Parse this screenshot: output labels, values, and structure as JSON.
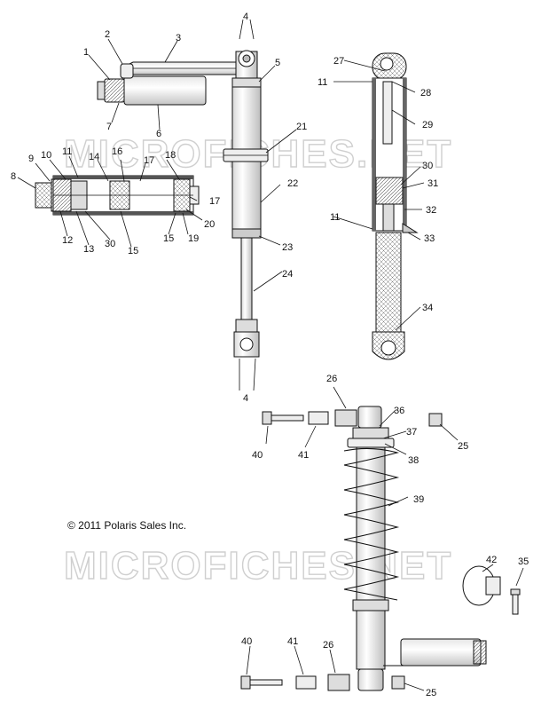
{
  "watermark": {
    "top": "MICROFICHES.NET",
    "bottom": "MICROFICHES.NET"
  },
  "copyright": "© 2011 Polaris Sales Inc.",
  "callouts": {
    "c1": "1",
    "c2": "2",
    "c3": "3",
    "c4a": "4",
    "c5": "5",
    "c6": "6",
    "c7": "7",
    "c8": "8",
    "c9": "9",
    "c10": "10",
    "c11a": "11",
    "c12": "12",
    "c13": "13",
    "c14": "14",
    "c15a": "15",
    "c15b": "15",
    "c16": "16",
    "c17a": "17",
    "c17b": "17",
    "c18": "18",
    "c19": "19",
    "c20": "20",
    "c21": "21",
    "c22": "22",
    "c23": "23",
    "c24": "24",
    "c4b": "4",
    "c30a": "30",
    "c27": "27",
    "c11b": "11",
    "c28": "28",
    "c29": "29",
    "c30b": "30",
    "c31": "31",
    "c11c": "11",
    "c32": "32",
    "c33": "33",
    "c34": "34",
    "c26a": "26",
    "c36": "36",
    "c37": "37",
    "c38": "38",
    "c40a": "40",
    "c41a": "41",
    "c25a": "25",
    "c39": "39",
    "c42": "42",
    "c35": "35",
    "c40b": "40",
    "c41b": "41",
    "c26b": "26",
    "c25b": "25"
  }
}
